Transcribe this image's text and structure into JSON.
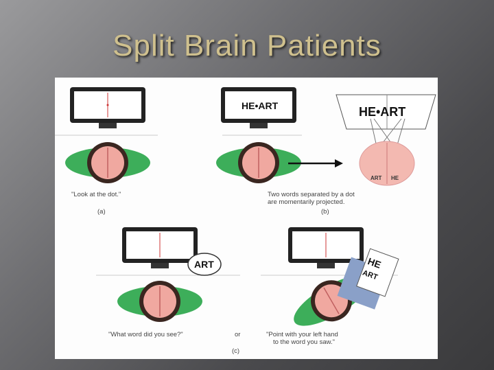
{
  "slide": {
    "title": "Split Brain Patients"
  },
  "figure": {
    "panel_a": {
      "caption": "\"Look at the dot.\"",
      "label": "(a)"
    },
    "panel_b": {
      "caption_line1": "Two words separated by a dot",
      "caption_line2": "are momentarily projected.",
      "label": "(b)",
      "screen_word": "HE•ART",
      "zoom_word": "HE•ART",
      "brain_left": "ART",
      "brain_right": "HE"
    },
    "panel_c": {
      "caption_left": "\"What word did you see?\"",
      "or": "or",
      "caption_right_line1": "\"Point with your left hand",
      "caption_right_line2": "to the word you saw.\"",
      "label": "(c)",
      "speech": "ART",
      "card_word1": "HE",
      "card_word2": "ART"
    }
  }
}
